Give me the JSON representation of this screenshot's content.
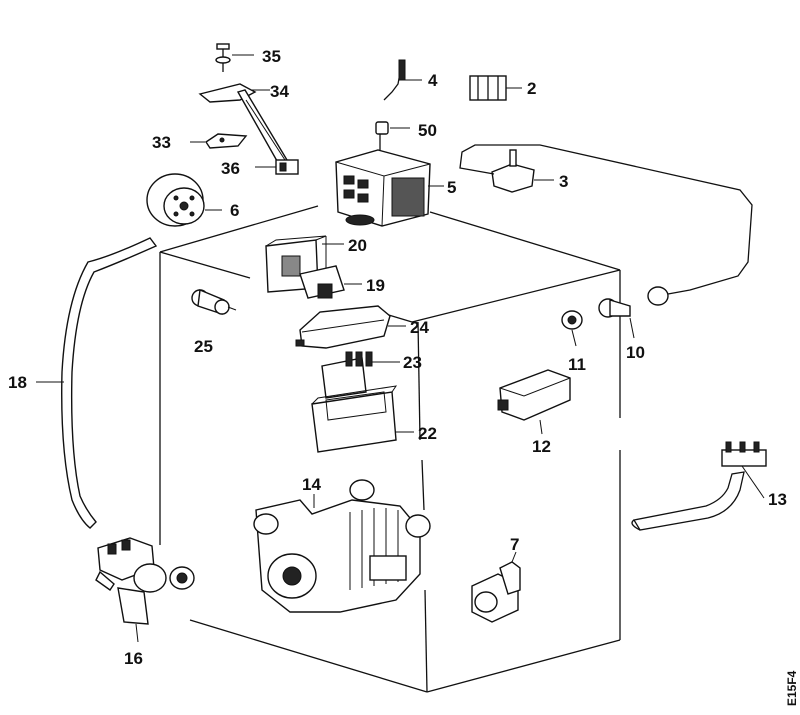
{
  "diagram": {
    "code": "E15F4",
    "parts": [
      {
        "id": "p35",
        "label": "35"
      },
      {
        "id": "p34",
        "label": "34"
      },
      {
        "id": "p33",
        "label": "33"
      },
      {
        "id": "p36",
        "label": "36"
      },
      {
        "id": "p6",
        "label": "6"
      },
      {
        "id": "p4",
        "label": "4"
      },
      {
        "id": "p2",
        "label": "2"
      },
      {
        "id": "p50",
        "label": "50"
      },
      {
        "id": "p5",
        "label": "5"
      },
      {
        "id": "p3",
        "label": "3"
      },
      {
        "id": "p20",
        "label": "20"
      },
      {
        "id": "p19",
        "label": "19"
      },
      {
        "id": "p25",
        "label": "25"
      },
      {
        "id": "p24",
        "label": "24"
      },
      {
        "id": "p23",
        "label": "23"
      },
      {
        "id": "p22",
        "label": "22"
      },
      {
        "id": "p11",
        "label": "11"
      },
      {
        "id": "p10",
        "label": "10"
      },
      {
        "id": "p12",
        "label": "12"
      },
      {
        "id": "p18",
        "label": "18"
      },
      {
        "id": "p14",
        "label": "14"
      },
      {
        "id": "p13",
        "label": "13"
      },
      {
        "id": "p7",
        "label": "7"
      },
      {
        "id": "p16",
        "label": "16"
      }
    ]
  }
}
